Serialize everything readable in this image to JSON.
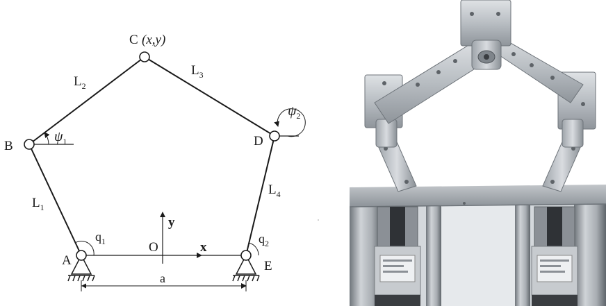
{
  "diagram": {
    "labels": {
      "c_point": "C",
      "c_coords": "(x,y)",
      "l1": "L",
      "l1_sub": "1",
      "l2": "L",
      "l2_sub": "2",
      "l3": "L",
      "l3_sub": "3",
      "l4": "L",
      "l4_sub": "4",
      "b_point": "B",
      "d_point": "D",
      "a_point": "A",
      "e_point": "E",
      "o_point": "O",
      "psi1": "ψ",
      "psi1_sub": "1",
      "psi2": "ψ",
      "psi2_sub": "2",
      "q1": "q",
      "q1_sub": "1",
      "q2": "q",
      "q2_sub": "2",
      "x_axis": "x",
      "y_axis": "y",
      "base_length": "a"
    },
    "colors": {
      "ink": "#1a1a1a",
      "background": "#ffffff"
    }
  },
  "photo": {
    "subject": "five-bar parallel robot prototype",
    "colors": {
      "aluminum": "#c9ccd0",
      "aluminum_dark": "#8f959b",
      "motor": "#3a3a3a",
      "sky": "#ffffff"
    }
  }
}
